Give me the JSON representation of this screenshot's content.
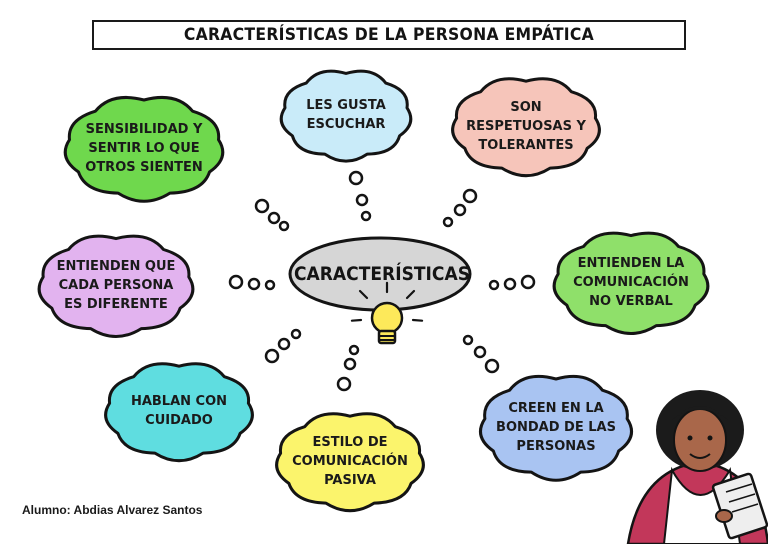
{
  "title": "CARACTERÍSTICAS DE LA PERSONA EMPÁTICA",
  "center": {
    "label": "CARACTERÍSTICAS",
    "fill": "#d6d6d6",
    "icon": "lightbulb-icon"
  },
  "clouds": [
    {
      "id": "sensibilidad",
      "text": "SENSIBILIDAD Y\nSENTIR LO QUE\nOTROS SIENTEN",
      "color": "#6fd84d"
    },
    {
      "id": "escuchar",
      "text": "LES GUSTA\nESCUCHAR",
      "color": "#c9ebf9"
    },
    {
      "id": "respetuosas",
      "text": "SON\nRESPETUOSAS Y\nTOLERANTES",
      "color": "#f6c5ba"
    },
    {
      "id": "diferente",
      "text": "ENTIENDEN QUE\nCADA PERSONA\nES DIFERENTE",
      "color": "#e2b3ef"
    },
    {
      "id": "no-verbal",
      "text": "ENTIENDEN LA\nCOMUNICACIÓN\nNO VERBAL",
      "color": "#8fe06a"
    },
    {
      "id": "cuidado",
      "text": "HABLAN CON\nCUIDADO",
      "color": "#5fdde0"
    },
    {
      "id": "pasiva",
      "text": "ESTILO DE\nCOMUNICACIÓN\nPASIVA",
      "color": "#fbf46c"
    },
    {
      "id": "bondad",
      "text": "CREEN EN LA\nBONDAD DE LAS\nPERSONAS",
      "color": "#a9c4f2"
    }
  ],
  "student": "Alumno: Abdias Alvarez Santos",
  "illustration": {
    "icon": "teacher-illustration-icon",
    "accent": "#c2375a"
  }
}
